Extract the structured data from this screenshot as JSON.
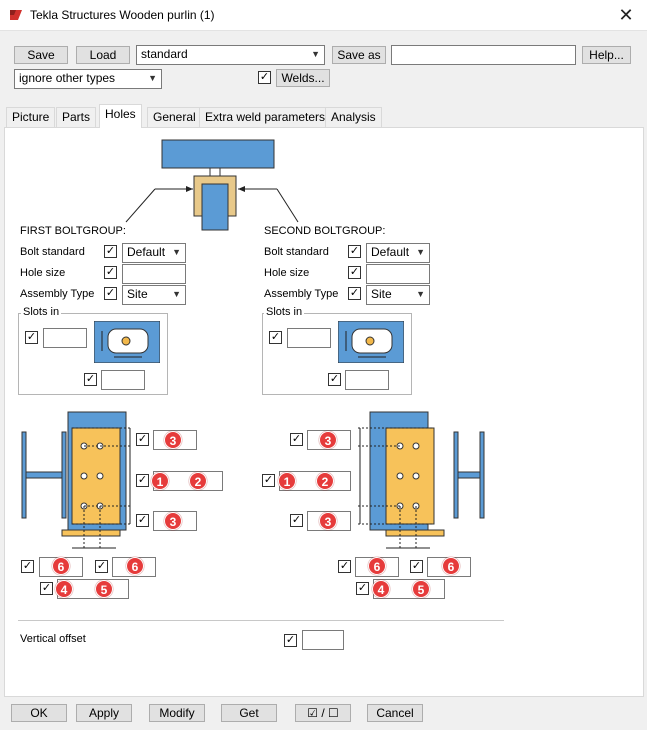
{
  "window": {
    "title": "Tekla Structures  Wooden purlin (1)",
    "close_label": "✕"
  },
  "toolbar": {
    "save_label": "Save",
    "load_label": "Load",
    "preset_value": "standard",
    "save_as_label": "Save as",
    "save_as_value": "",
    "help_label": "Help...",
    "filter_value": "ignore other types",
    "welds_label": "Welds..."
  },
  "tabs": [
    "Picture",
    "Parts",
    "Holes",
    "General",
    "Extra weld parameters",
    "Analysis"
  ],
  "first": {
    "heading": "FIRST BOLTGROUP:",
    "bolt_standard_label": "Bolt standard",
    "bolt_standard_value": "Default",
    "hole_size_label": "Hole size",
    "assembly_type_label": "Assembly Type",
    "assembly_type_value": "Site",
    "slots_label": "Slots in"
  },
  "second": {
    "heading": "SECOND BOLTGROUP:",
    "bolt_standard_label": "Bolt standard",
    "bolt_standard_value": "Default",
    "hole_size_label": "Hole size",
    "assembly_type_label": "Assembly Type",
    "assembly_type_value": "Site",
    "slots_label": "Slots in"
  },
  "badges": {
    "b1": "1",
    "b2": "2",
    "b3": "3",
    "b4": "4",
    "b5": "5",
    "b6": "6"
  },
  "vertical_offset_label": "Vertical offset",
  "footer": {
    "ok_label": "OK",
    "apply_label": "Apply",
    "modify_label": "Modify",
    "get_label": "Get",
    "toggle_label": "☑ / ☐",
    "cancel_label": "Cancel"
  },
  "colors": {
    "steel_blue": "#5b9bd5",
    "plate_yellow": "#f7c25a",
    "badge_red": "#e63b3b"
  }
}
